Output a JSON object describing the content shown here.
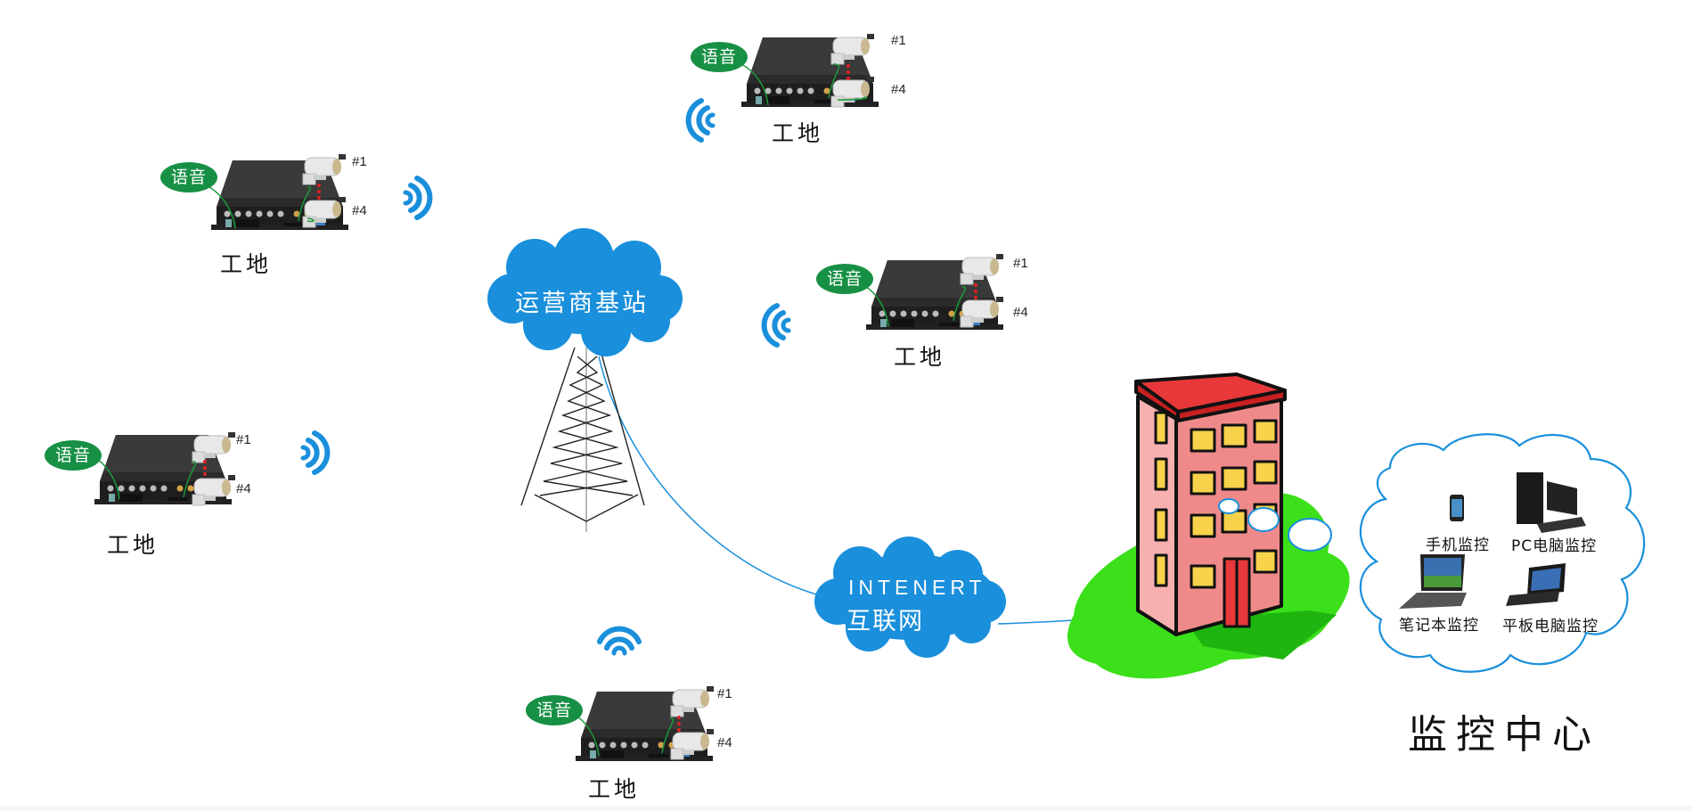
{
  "diagram": {
    "title": "监控中心",
    "base_station": {
      "label": "运营商基站",
      "icon": "cell-tower-icon",
      "color": "#1a8fdb"
    },
    "internet": {
      "label_en": "INTENERT",
      "label_zh": "互联网",
      "color": "#1a8fdb"
    },
    "sites": [
      {
        "id": "site-top",
        "label": "工地",
        "voice": "语音",
        "cam_first": "#1",
        "cam_last": "#4",
        "signal": "wifi-left"
      },
      {
        "id": "site-top-left",
        "label": "工地",
        "voice": "语音",
        "cam_first": "#1",
        "cam_last": "#4",
        "signal": "wifi-right"
      },
      {
        "id": "site-mid-right",
        "label": "工地",
        "voice": "语音",
        "cam_first": "#1",
        "cam_last": "#4",
        "signal": "wifi-left"
      },
      {
        "id": "site-left",
        "label": "工地",
        "voice": "语音",
        "cam_first": "#1",
        "cam_last": "#4",
        "signal": "wifi-right"
      },
      {
        "id": "site-bottom",
        "label": "工地",
        "voice": "语音",
        "cam_first": "#1",
        "cam_last": "#4",
        "signal": "wifi-up"
      }
    ],
    "monitor_center": {
      "building_icon": "office-building-icon",
      "devices": [
        {
          "label": "手机监控",
          "icon": "smartphone-icon"
        },
        {
          "label": "PC电脑监控",
          "icon": "desktop-pc-icon"
        },
        {
          "label": "笔记本监控",
          "icon": "laptop-icon"
        },
        {
          "label": "平板电脑监控",
          "icon": "tablet-icon"
        }
      ]
    },
    "colors": {
      "signal_blue": "#1a8fdb",
      "voice_green": "#179045",
      "lawn_green": "#3ce01a",
      "building_pink": "#f08a8a",
      "roof_red": "#e8383a",
      "window_yellow": "#f7d24a"
    }
  }
}
